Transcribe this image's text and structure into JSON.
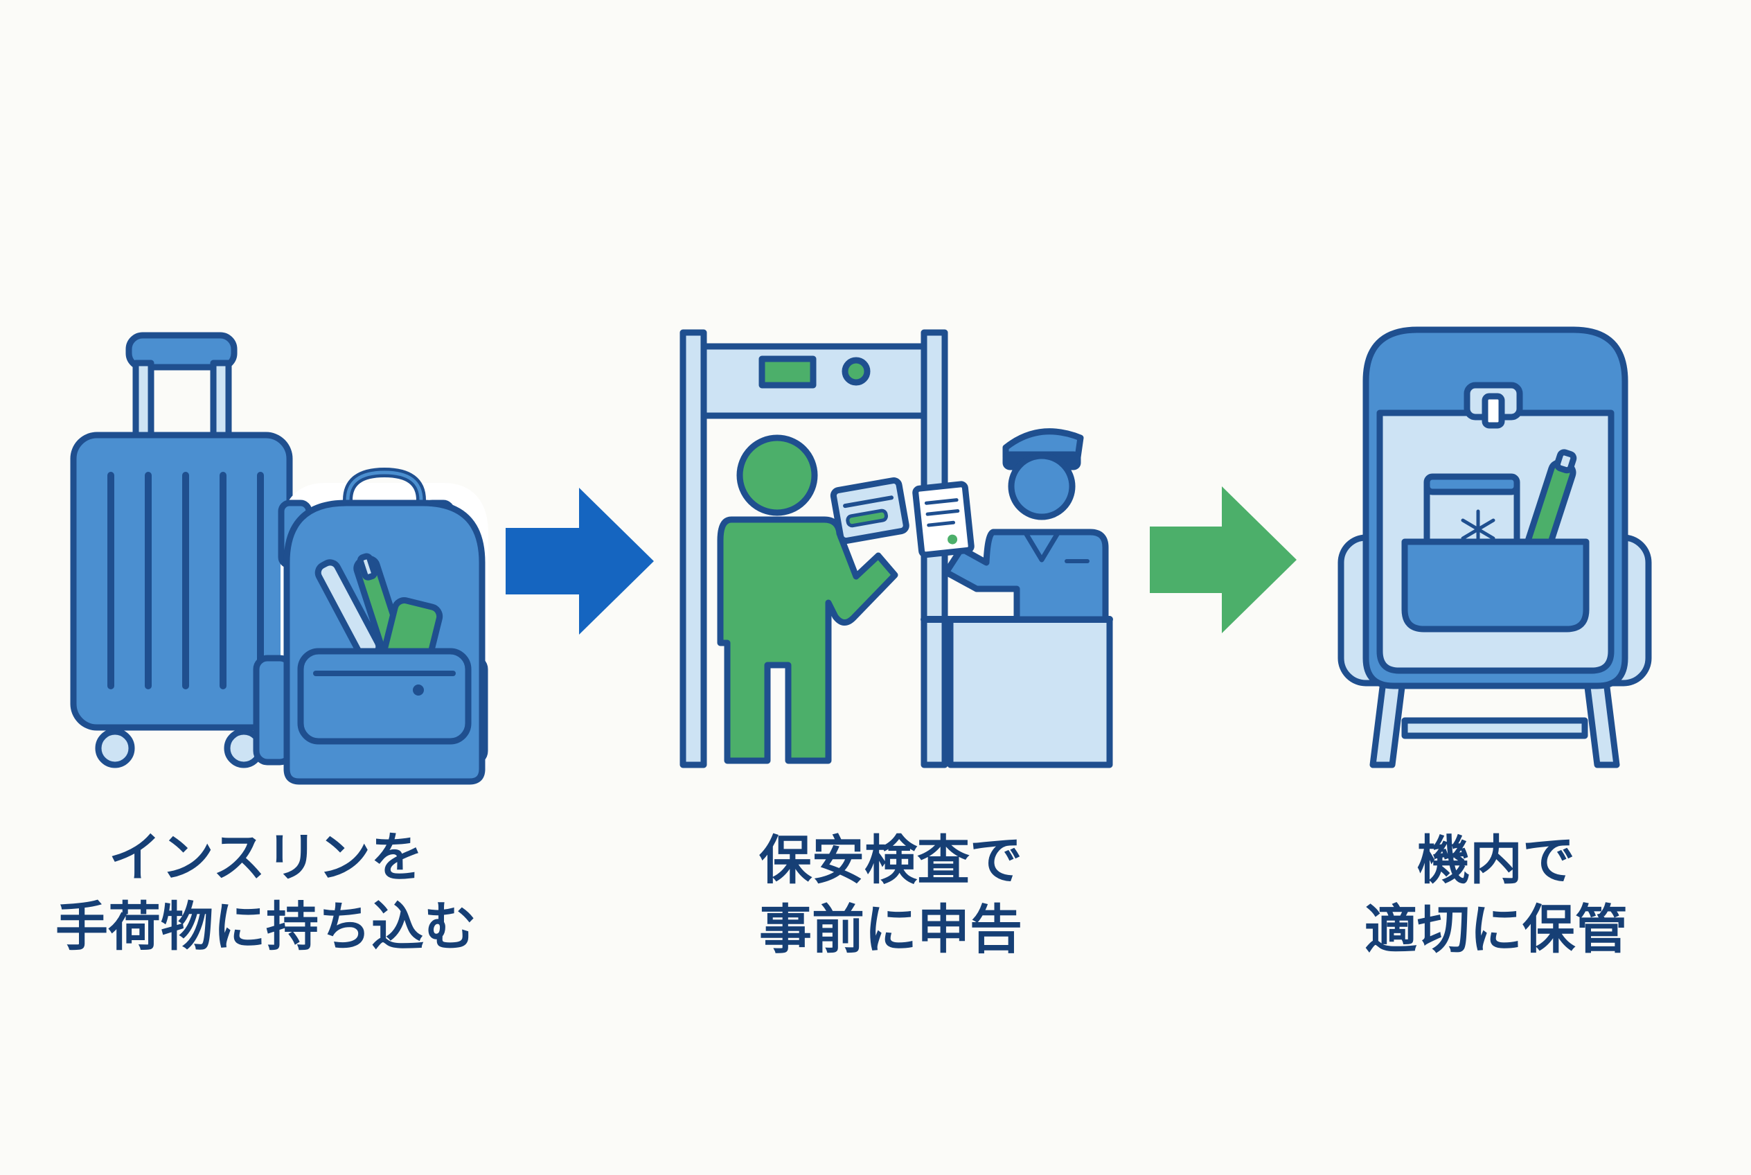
{
  "steps": [
    {
      "line1": "インスリンを",
      "line2": "手荷物に持ち込む",
      "icon": "luggage-backpack-icon"
    },
    {
      "line1": "保安検査で",
      "line2": "事前に申告",
      "icon": "security-checkpoint-icon"
    },
    {
      "line1": "機内で",
      "line2": "適切に保管",
      "icon": "airplane-seat-pocket-icon"
    }
  ],
  "colors": {
    "primary_blue": "#4b8fd0",
    "dark_blue": "#1f4f8f",
    "light_blue": "#cde3f4",
    "green": "#4caf6a",
    "arrow_blue": "#1565c0",
    "arrow_green": "#4caf6a"
  }
}
